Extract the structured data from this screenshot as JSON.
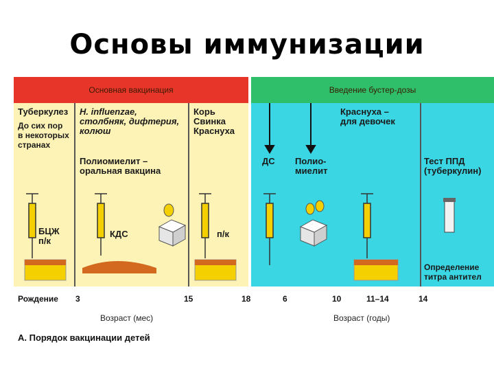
{
  "slide": {
    "title": "Основы иммунизации"
  },
  "headers": {
    "primary": "Основная вакцинация",
    "booster": "Введение бустер-дозы"
  },
  "columns": {
    "tb": {
      "title": "Туберкулез",
      "note": "До сих пор\nв некоторых\nстранах",
      "vaccine": "БЦЖ\nп/к"
    },
    "dtp": {
      "title": "H. influenzae,\nстолбняк, дифтерия,\nколюш",
      "polio": "Полиомиелит –\nоральная вакцина",
      "vaccine": "КДС"
    },
    "mmr": {
      "title": "Корь\nСвинка\nКраснуха",
      "route": "п/к"
    },
    "ds": {
      "title": "ДС"
    },
    "polio_boost": {
      "title": "Полио-\nмиелит"
    },
    "rubella": {
      "title": "Краснуха –\nдля девочек"
    },
    "ppd": {
      "title": "Тест ППД\n(туберкулин)",
      "result": "Определение\nтитра антител"
    }
  },
  "axis": {
    "ticks": [
      "Рождение",
      "3",
      "15",
      "18",
      "6",
      "10",
      "11–14",
      "14"
    ],
    "months_label": "Возраст (мес)",
    "years_label": "Возраст (годы)"
  },
  "caption": "А. Порядок вакцинации детей",
  "colors": {
    "header_red": "#e8352a",
    "header_green": "#2fbf6a",
    "primary_bg": "#fdf3b6",
    "booster_bg": "#3ad6e3",
    "skin": "#d2691e",
    "syringe": "#f4d000"
  }
}
